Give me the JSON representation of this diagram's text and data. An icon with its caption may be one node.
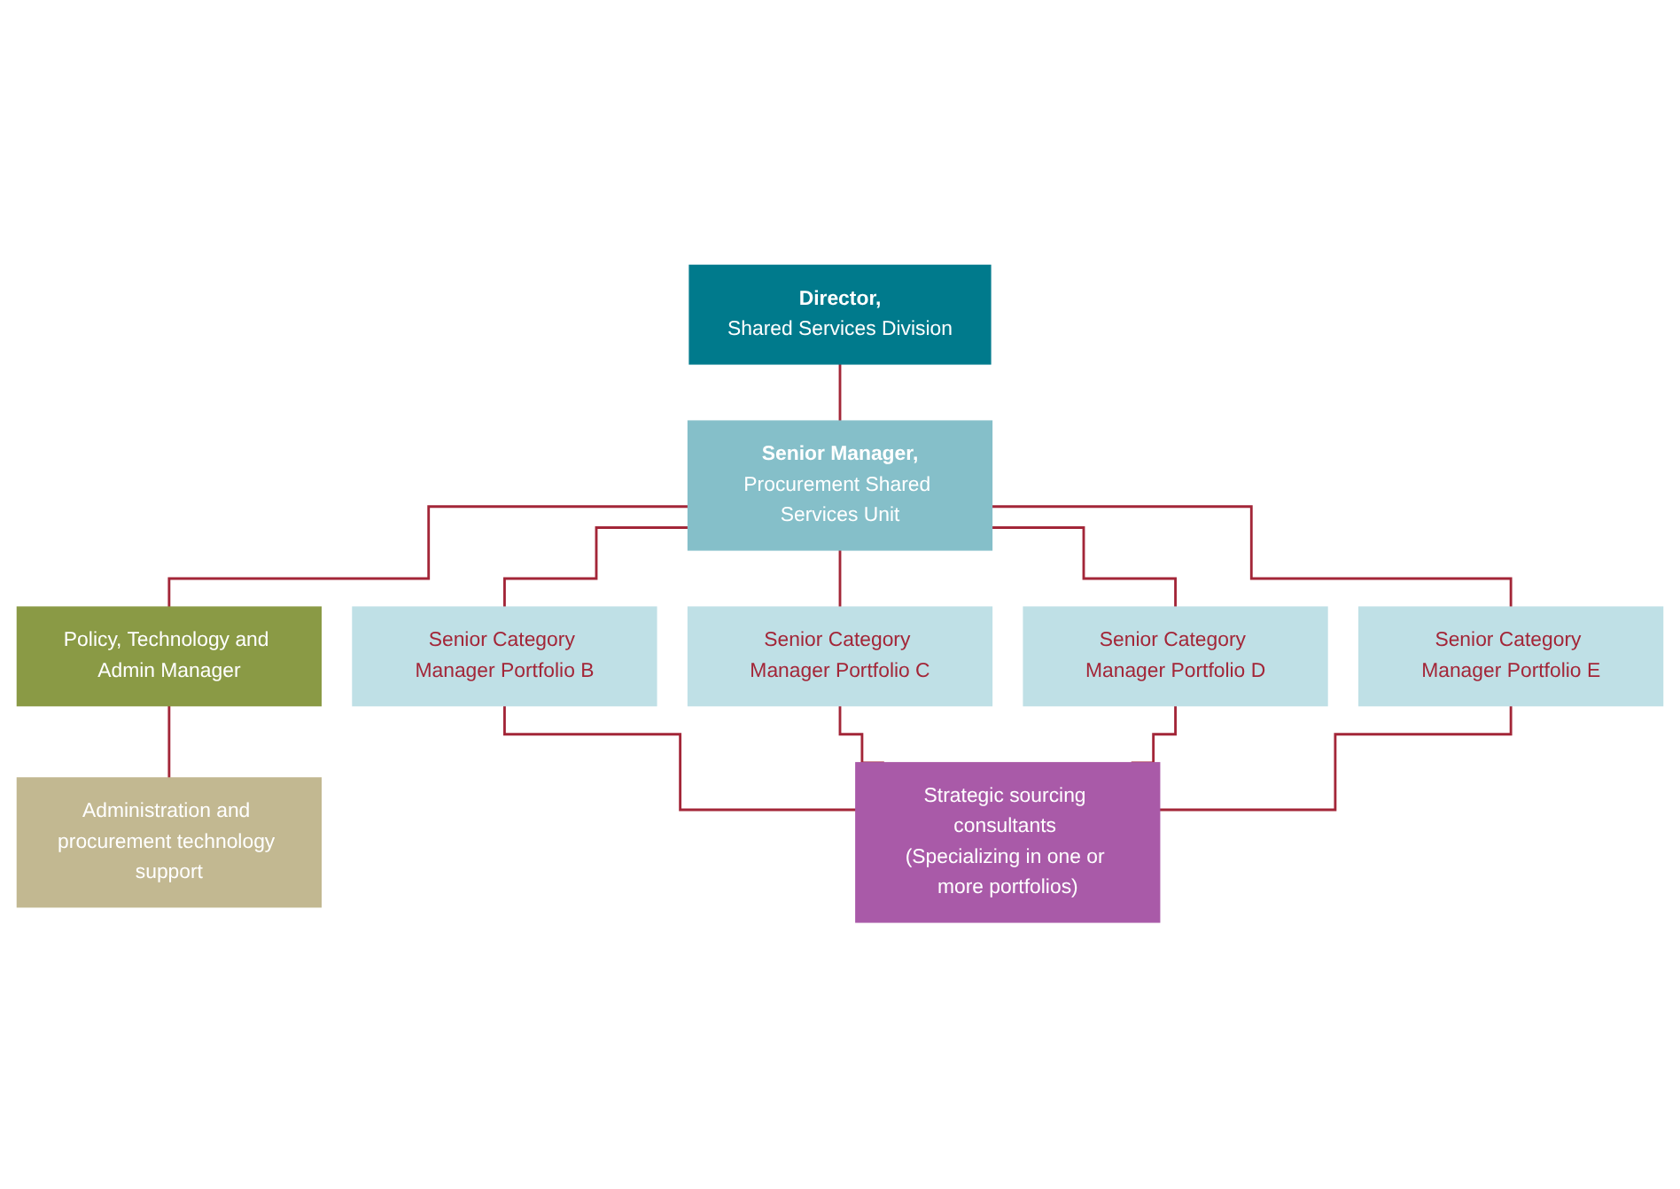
{
  "diagram": {
    "nodes": [
      {
        "text": [
          "Director,",
          "Shared Services Division"
        ]
      },
      {
        "text": [
          "Senior Manager,",
          "Procurement Shared Services Unit"
        ]
      },
      {
        "text": [
          "Policy, Technology and Admin Manager"
        ]
      },
      {
        "text": [
          "Senior Category Manager Portfolio B"
        ]
      },
      {
        "text": [
          "Senior Category Manager Portfolio C"
        ]
      },
      {
        "text": [
          "Senior Category Manager Portfolio D"
        ]
      },
      {
        "text": [
          "Senior Category Manager Portfolio E"
        ]
      },
      {
        "text": [
          "Strategic sourcing consultants (Specializing in one or more portfolios)"
        ]
      },
      {
        "text": [
          "Administration and procurement technology support"
        ]
      }
    ],
    "edges": [
      {
        "from": 0,
        "to": 1,
        "arrow": "none"
      },
      {
        "from": 1,
        "to": 2,
        "arrow": "none"
      },
      {
        "from": 1,
        "to": 3,
        "arrow": "none"
      },
      {
        "from": 1,
        "to": 4,
        "arrow": "none"
      },
      {
        "from": 1,
        "to": 5,
        "arrow": "none"
      },
      {
        "from": 1,
        "to": 6,
        "arrow": "none"
      },
      {
        "from": 3,
        "to": 7,
        "arrow": "none"
      },
      {
        "from": 4,
        "to": 7,
        "arrow": "none"
      },
      {
        "from": 5,
        "to": 7,
        "arrow": "none"
      },
      {
        "from": 6,
        "to": 7,
        "arrow": "none"
      },
      {
        "from": 2,
        "to": 8,
        "arrow": "none"
      }
    ]
  }
}
